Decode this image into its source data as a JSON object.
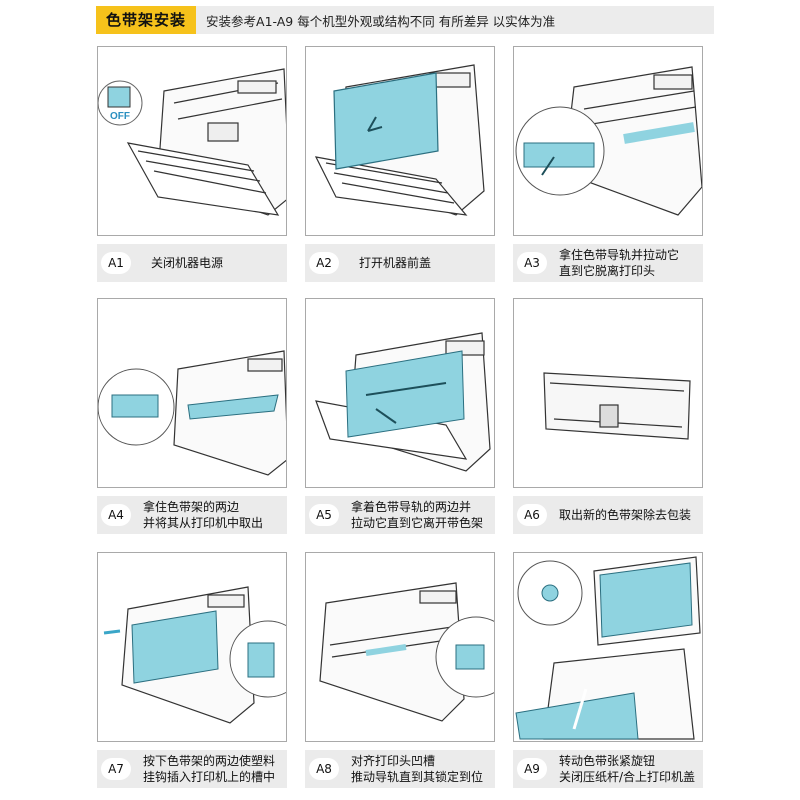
{
  "header": {
    "tag": "色带架安装",
    "note": "安装参考A1-A9 每个机型外观或结构不同 有所差异 以实体为准"
  },
  "steps": [
    {
      "id": "A1",
      "lines": [
        "关闭机器电源",
        ""
      ],
      "inset_label": "OFF"
    },
    {
      "id": "A2",
      "lines": [
        "打开机器前盖",
        ""
      ]
    },
    {
      "id": "A3",
      "lines": [
        "拿住色带导轨并拉动它",
        "直到它脱离打印头"
      ]
    },
    {
      "id": "A4",
      "lines": [
        "拿住色带架的两边",
        "并将其从打印机中取出"
      ]
    },
    {
      "id": "A5",
      "lines": [
        "拿着色带导轨的两边并",
        "拉动它直到它离开带色架"
      ]
    },
    {
      "id": "A6",
      "lines": [
        "取出新的色带架除去包装",
        ""
      ]
    },
    {
      "id": "A7",
      "lines": [
        "按下色带架的两边使塑料",
        "挂钩插入打印机上的槽中"
      ]
    },
    {
      "id": "A8",
      "lines": [
        "对齐打印头凹槽",
        "推动导轨直到其锁定到位"
      ]
    },
    {
      "id": "A9",
      "lines": [
        "转动色带张紧旋钮",
        "关闭压纸杆/合上打印机盖"
      ]
    }
  ],
  "colors": {
    "accent": "#f6c21b",
    "cyan": "#8fd3e0",
    "caption_bg": "#ebebeb"
  }
}
